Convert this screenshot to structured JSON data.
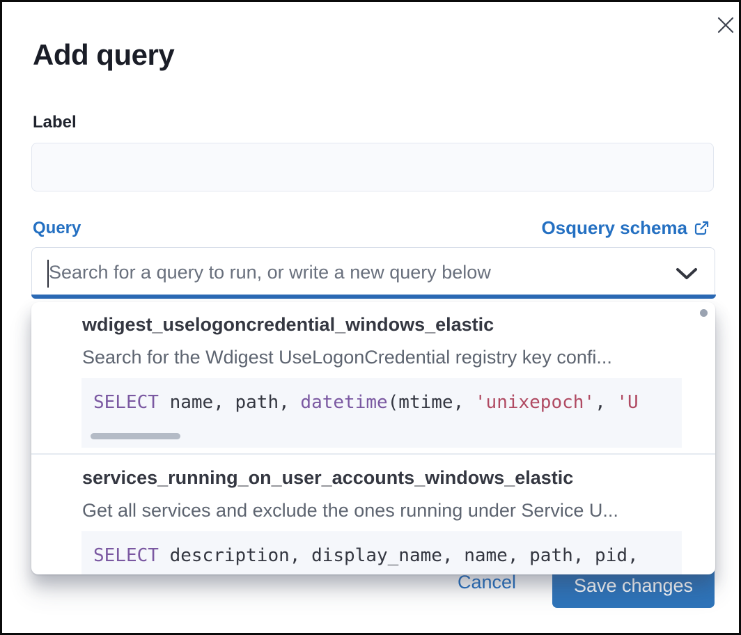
{
  "modal": {
    "title": "Add query",
    "label_field": {
      "label": "Label",
      "value": ""
    },
    "query_field": {
      "label": "Query",
      "schema_link_label": "Osquery schema",
      "placeholder": "Search for a query to run, or write a new query below"
    },
    "footer": {
      "cancel_label": "Cancel",
      "save_label": "Save changes"
    }
  },
  "dropdown": {
    "options": [
      {
        "title": "wdigest_uselogoncredential_windows_elastic",
        "description": "Search for the Wdigest UseLogonCredential registry key confi...",
        "code_tokens": [
          {
            "t": "SELECT",
            "c": "kw"
          },
          {
            "t": " name, path, ",
            "c": "pl"
          },
          {
            "t": "datetime",
            "c": "kw"
          },
          {
            "t": "(mtime, ",
            "c": "pl"
          },
          {
            "t": "'unixepoch'",
            "c": "str"
          },
          {
            "t": ", ",
            "c": "pl"
          },
          {
            "t": "'U",
            "c": "str"
          }
        ]
      },
      {
        "title": "services_running_on_user_accounts_windows_elastic",
        "description": "Get all services and exclude the ones running under Service U...",
        "code_tokens": [
          {
            "t": "SELECT",
            "c": "kw"
          },
          {
            "t": " description, display_name, name, path, pid,",
            "c": "pl"
          }
        ]
      }
    ]
  },
  "icons": {
    "close": "x-cross",
    "chevron": "chevron-down",
    "schema_link": "external-link-popout"
  },
  "colors": {
    "accent_blue": "#2470c2",
    "button_blue": "#2e74ba",
    "focus_underline_blue": "#2b69b4",
    "heading_text": "#1a1d27",
    "body_text": "#343741",
    "muted_text": "#5d6470",
    "code_keyword": "#7a58a1",
    "code_string": "#b04a62",
    "code_background": "#f5f7fb",
    "panel_border": "#d8dee9"
  }
}
